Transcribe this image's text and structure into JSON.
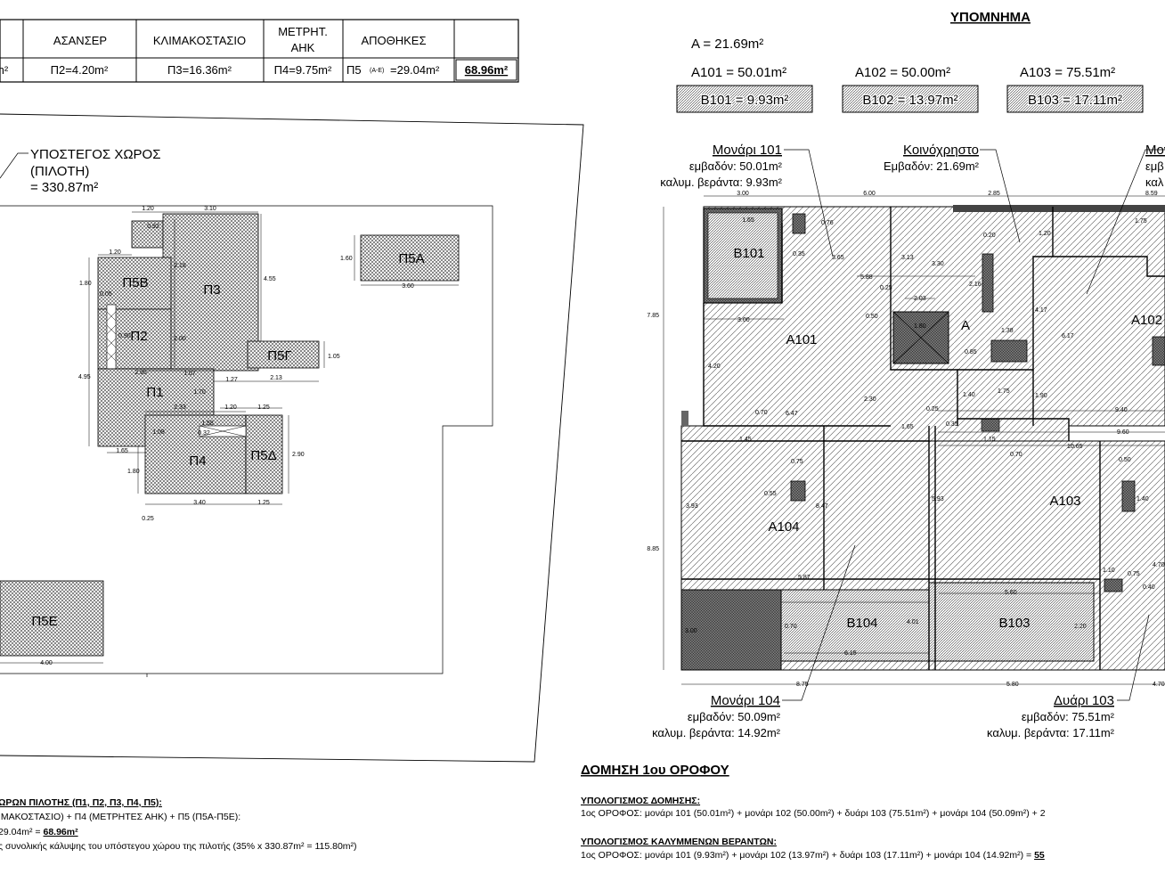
{
  "table": {
    "headers": [
      "ΑΣΑΝΣΕΡ",
      "ΚΛΙΜΑΚΟΣΤΑΣΙΟ",
      "ΜΕΤΡΗΤ.",
      "ΑΗΚ",
      "ΑΠΟΘΗΚΕΣ"
    ],
    "cells": [
      "m²",
      "Π2=4.20m²",
      "Π3=16.36m²",
      "Π4=9.75m²",
      "Π5",
      "(Α-Ε)",
      "=29.04m²",
      "68.96m²"
    ]
  },
  "left_plan": {
    "space_label": [
      "ΥΠΟΣΤΕΓΟΣ ΧΩΡΟΣ",
      "(ΠΙΛΟΤΗ)",
      "= 330.87m²"
    ],
    "rooms": [
      "Π5Β",
      "Π3",
      "Π2",
      "Π1",
      "Π4",
      "Π5Δ",
      "Π5Γ",
      "Π5Α",
      "Π5Ε"
    ],
    "dims": [
      "1.20",
      "3.10",
      "0.92",
      "1.20",
      "2.18",
      "4.55",
      "1.80",
      "0.05",
      "0.90",
      "2.00",
      "4.95",
      "1.05",
      "1.27",
      "2.13",
      "2.95",
      "1.70",
      "1.07",
      "2.33",
      "1.20",
      "1.25",
      "0.32",
      "1.08",
      "1.58",
      "1.65",
      "1.80",
      "2.90",
      "3.40",
      "1.25",
      "0.25",
      "1.60",
      "3.60",
      "4.00"
    ]
  },
  "left_text": {
    "heading": "ΩΡΩΝ ΠΙΛΟΤΗΣ (Π1, Π2, Π3, Π4, Π5):",
    "line1": "ΙΜΑΚΟΣΤΑΣΙΟ) + Π4 (ΜΕΤΡΗΤΕΣ ΑΗΚ) + Π5 (Π5Α-Π5Ε):",
    "line2a": "29.04m² = ",
    "line2b": "68.96m²",
    "line3": "ς συνολικής κάλυψης του υπόστεγου χώρου της πιλοτής (35% x 330.87m² = 115.80m²)"
  },
  "legend": {
    "title": "ΥΠΟΜΝΗΜΑ",
    "a": "Α = 21.69m²",
    "a101": "Α101 = 50.01m²",
    "a102": "Α102 = 50.00m²",
    "a103": "Α103 = 75.51m²",
    "b101": "Β101 = 9.93m²",
    "b102": "Β102 = 13.97m²",
    "b103": "Β103 = 17.11m²"
  },
  "right_plan": {
    "callout_101": [
      "Μονάρι 101",
      "εμβαδόν: 50.01m²",
      "καλυμ. βεράντα: 9.93m²"
    ],
    "callout_common": [
      "Κοινόχρηστο",
      "Εμβαδόν: 21.69m²"
    ],
    "callout_102": [
      "Μον",
      "εμβ",
      "καλ"
    ],
    "callout_104": [
      "Μονάρι 104",
      "εμβαδόν: 50.09m²",
      "καλυμ. βεράντα: 14.92m²"
    ],
    "callout_103": [
      "Δυάρι 103",
      "εμβαδόν: 75.51m²",
      "καλυμ. βεράντα: 17.11m²"
    ],
    "rooms": [
      "Β101",
      "Α101",
      "Α",
      "Α102",
      "Α104",
      "Α103",
      "Β104",
      "Β103"
    ],
    "dims": [
      "3.00",
      "6.00",
      "2.85",
      "8.59",
      "1.65",
      "0.76",
      "0.35",
      "3.65",
      "3.13",
      "3.30",
      "0.20",
      "1.20",
      "1.75",
      "7.85",
      "5.88",
      "0.25",
      "2.03",
      "2.16",
      "4.17",
      "6.17",
      "3.00",
      "0.50",
      "1.80",
      "1.38",
      "0.85",
      "4.20",
      "2.30",
      "1.40",
      "1.75",
      "1.90",
      "0.25",
      "1.65",
      "0.70",
      "6.47",
      "1.45",
      "0.35",
      "1.15",
      "0.70",
      "9.40",
      "9.60",
      "10.65",
      "0.50",
      "0.75",
      "8.47",
      "5.93",
      "0.55",
      "1.40",
      "3.93",
      "8.85",
      "5.87",
      "4.70",
      "1.10",
      "5.60",
      "0.75",
      "0.40",
      "3.00",
      "0.70",
      "4.01",
      "2.20",
      "6.15",
      "8.75",
      "5.80",
      "4.70"
    ]
  },
  "bottom_right": {
    "heading": "ΔΟΜΗΣΗ 1ου ΟΡΟΦΟΥ",
    "calc1_title": "ΥΠΟΛΟΓΙΣΜΟΣ ΔΟΜΗΣΗΣ:",
    "calc1_line": "1ος ΟΡΟΦΟΣ:  μονάρι 101 (50.01m²) + μονάρι 102 (50.00m²) + δυάρι 103 (75.51m²)  + μονάρι 104 (50.09m²) + 2",
    "calc2_title": "ΥΠΟΛΟΓΙΣΜΟΣ ΚΑΛΥΜΜΕΝΩΝ ΒΕΡΑΝΤΩΝ:",
    "calc2_line": "1ος ΟΡΟΦΟΣ:  μονάρι 101 (9.93m²) + μονάρι 102 (13.97m²) + δυάρι 103 (17.11m²)  + μονάρι 104 (14.92m²) = ",
    "calc2_end": "55"
  }
}
